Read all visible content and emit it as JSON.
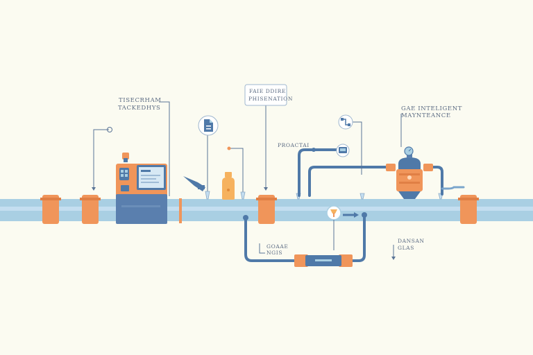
{
  "colors": {
    "background": "#fbfbf1",
    "main_pipe": "#a9cfe3",
    "pipe_dark": "#4f79a8",
    "accent_orange": "#f0955a",
    "leader_line": "#5a7496",
    "label_text": "#5a6a82"
  },
  "labels": {
    "top_left": [
      "TISECRHAM",
      "TACKEDHYS"
    ],
    "center_box": [
      "FAIE DDIRE",
      "PHISENATION"
    ],
    "monitor": [
      "PROACTAI"
    ],
    "top_right": [
      "GAE INTELIGENT",
      "MAYNTEANCE"
    ],
    "bottom_center": [
      "GOAAE",
      "NGIS"
    ],
    "bottom_right": [
      "DANSAN",
      "GLAS"
    ]
  },
  "icons": [
    "pin-icon",
    "document-icon",
    "sensor-icon",
    "valve-icon",
    "gauge-icon",
    "bottle-icon",
    "nozzle-icon"
  ],
  "components": [
    "control-cabinet",
    "pipe-coupling",
    "gas-cylinder-tank",
    "bypass-loop",
    "inline-meter",
    "pressure-regulator-station"
  ]
}
